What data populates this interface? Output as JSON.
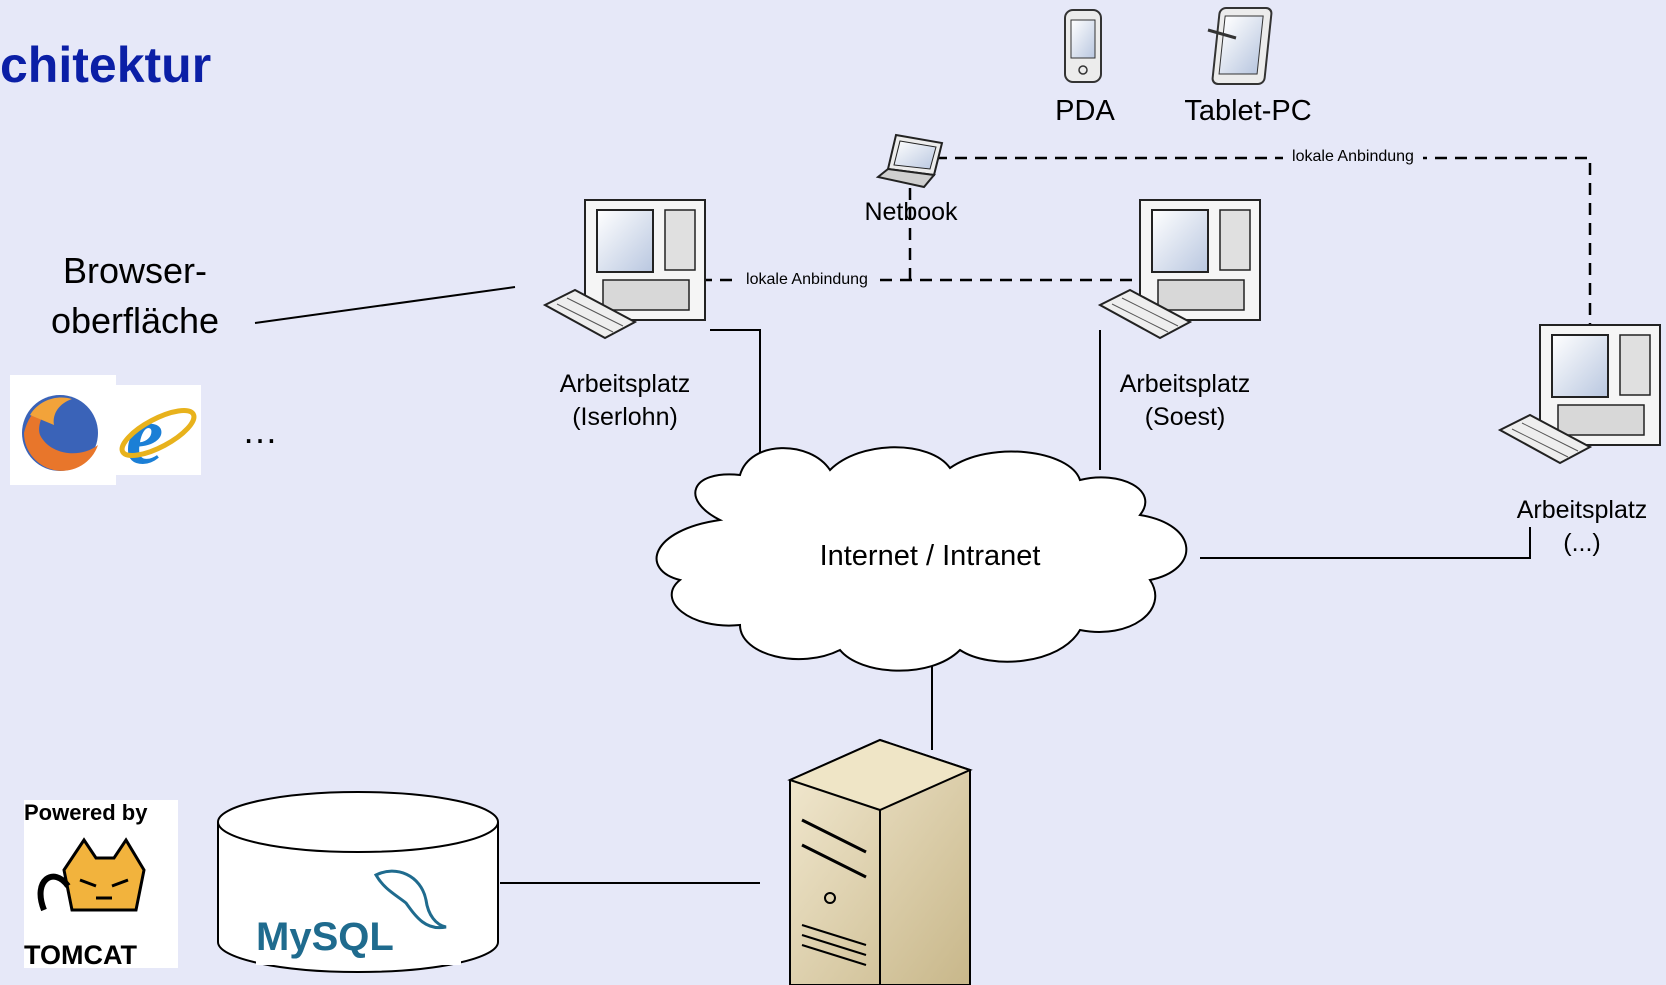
{
  "title": "chitektur",
  "browser": {
    "label_line1": "Browser-",
    "label_line2": "oberfläche",
    "ellipsis": "…"
  },
  "devices": {
    "pda": "PDA",
    "tablet": "Tablet-PC",
    "netbook": "Netbook"
  },
  "links": {
    "local_top": "lokale Anbindung",
    "local_mid": "lokale Anbindung"
  },
  "workstations": [
    {
      "line1": "Arbeitsplatz",
      "line2": "(Iserlohn)"
    },
    {
      "line1": "Arbeitsplatz",
      "line2": "(Soest)"
    },
    {
      "line1": "Arbeitsplatz",
      "line2": "(...)"
    }
  ],
  "network": {
    "cloud": "Internet / Intranet"
  },
  "logos": {
    "tomcat_top": "Powered by",
    "tomcat_bottom": "TOMCAT",
    "mysql": "MySQL"
  },
  "icons": [
    "firefox-icon",
    "ie-icon",
    "pda-icon",
    "tablet-icon",
    "netbook-icon",
    "workstation-icon",
    "server-icon",
    "database-icon",
    "cloud-icon"
  ]
}
